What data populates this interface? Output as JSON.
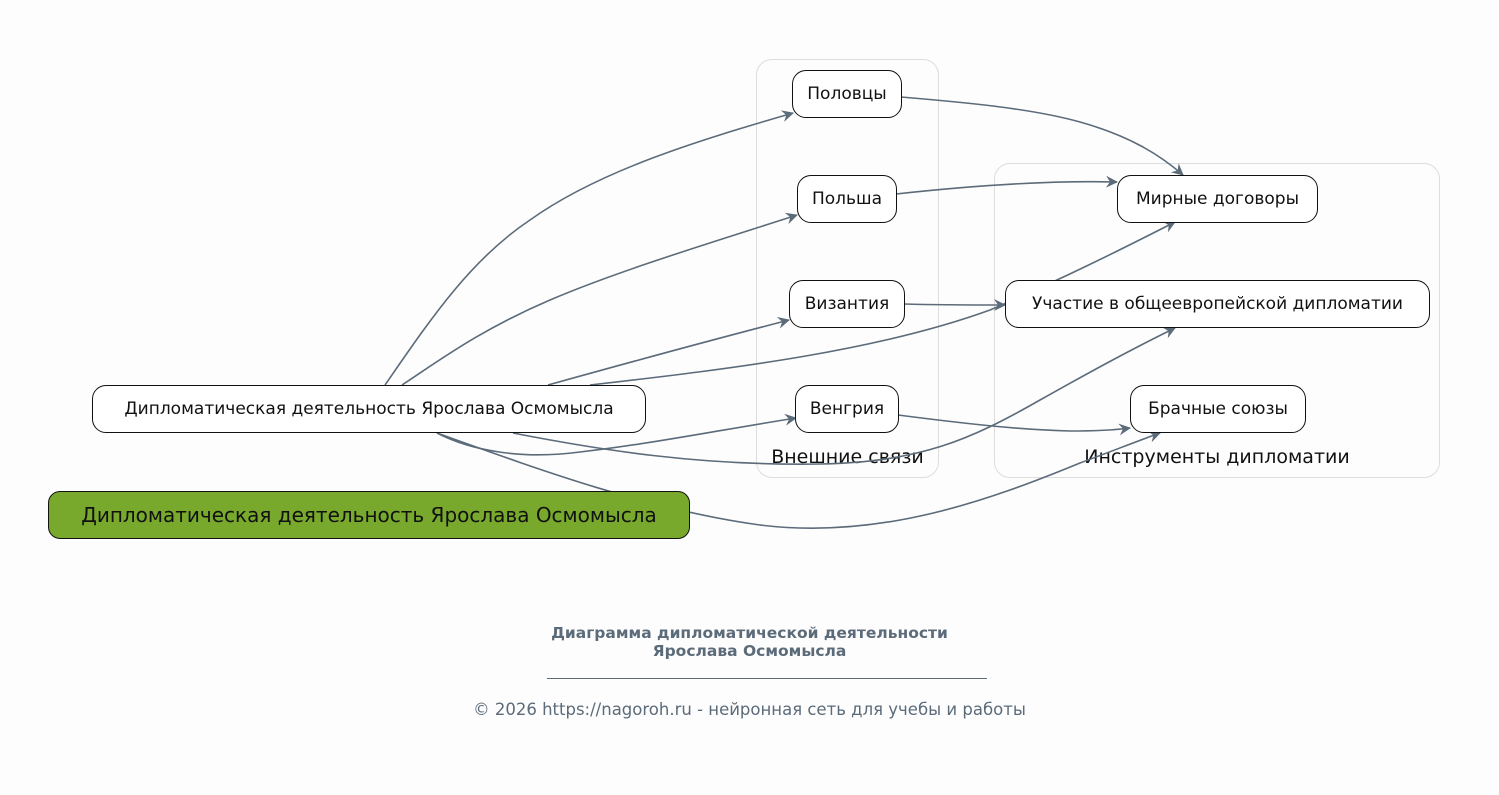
{
  "diagram": {
    "root_node": {
      "label": "Дипломатическая деятельность Ярослава Осмомысла",
      "fill": "#78a92c"
    },
    "source_node": {
      "label": "Дипломатическая деятельность Ярослава Осмомысла"
    },
    "clusters": [
      {
        "id": "external",
        "label": "Внешние связи",
        "nodes": [
          {
            "id": "polovtsy",
            "label": "Половцы"
          },
          {
            "id": "poland",
            "label": "Польша"
          },
          {
            "id": "byzantium",
            "label": "Византия"
          },
          {
            "id": "hungary",
            "label": "Венгрия"
          }
        ]
      },
      {
        "id": "instruments",
        "label": "Инструменты дипломатии",
        "nodes": [
          {
            "id": "peace",
            "label": "Мирные договоры"
          },
          {
            "id": "europe",
            "label": "Участие в общеевропейской дипломатии"
          },
          {
            "id": "marriage",
            "label": "Брачные союзы"
          }
        ]
      }
    ],
    "edges": [
      {
        "from": "source",
        "to": "polovtsy"
      },
      {
        "from": "source",
        "to": "poland"
      },
      {
        "from": "source",
        "to": "byzantium"
      },
      {
        "from": "source",
        "to": "hungary"
      },
      {
        "from": "source",
        "to": "peace"
      },
      {
        "from": "source",
        "to": "europe"
      },
      {
        "from": "source",
        "to": "marriage"
      },
      {
        "from": "polovtsy",
        "to": "peace"
      },
      {
        "from": "poland",
        "to": "peace"
      },
      {
        "from": "byzantium",
        "to": "europe"
      },
      {
        "from": "hungary",
        "to": "marriage"
      }
    ],
    "edge_color": "#5c6b7a"
  },
  "footer": {
    "title_line1": "Диаграмма дипломатической деятельности",
    "title_line2": "Ярослава Осмомысла",
    "copyright": "© 2026 https://nagoroh.ru - нейронная сеть для учебы и работы"
  }
}
